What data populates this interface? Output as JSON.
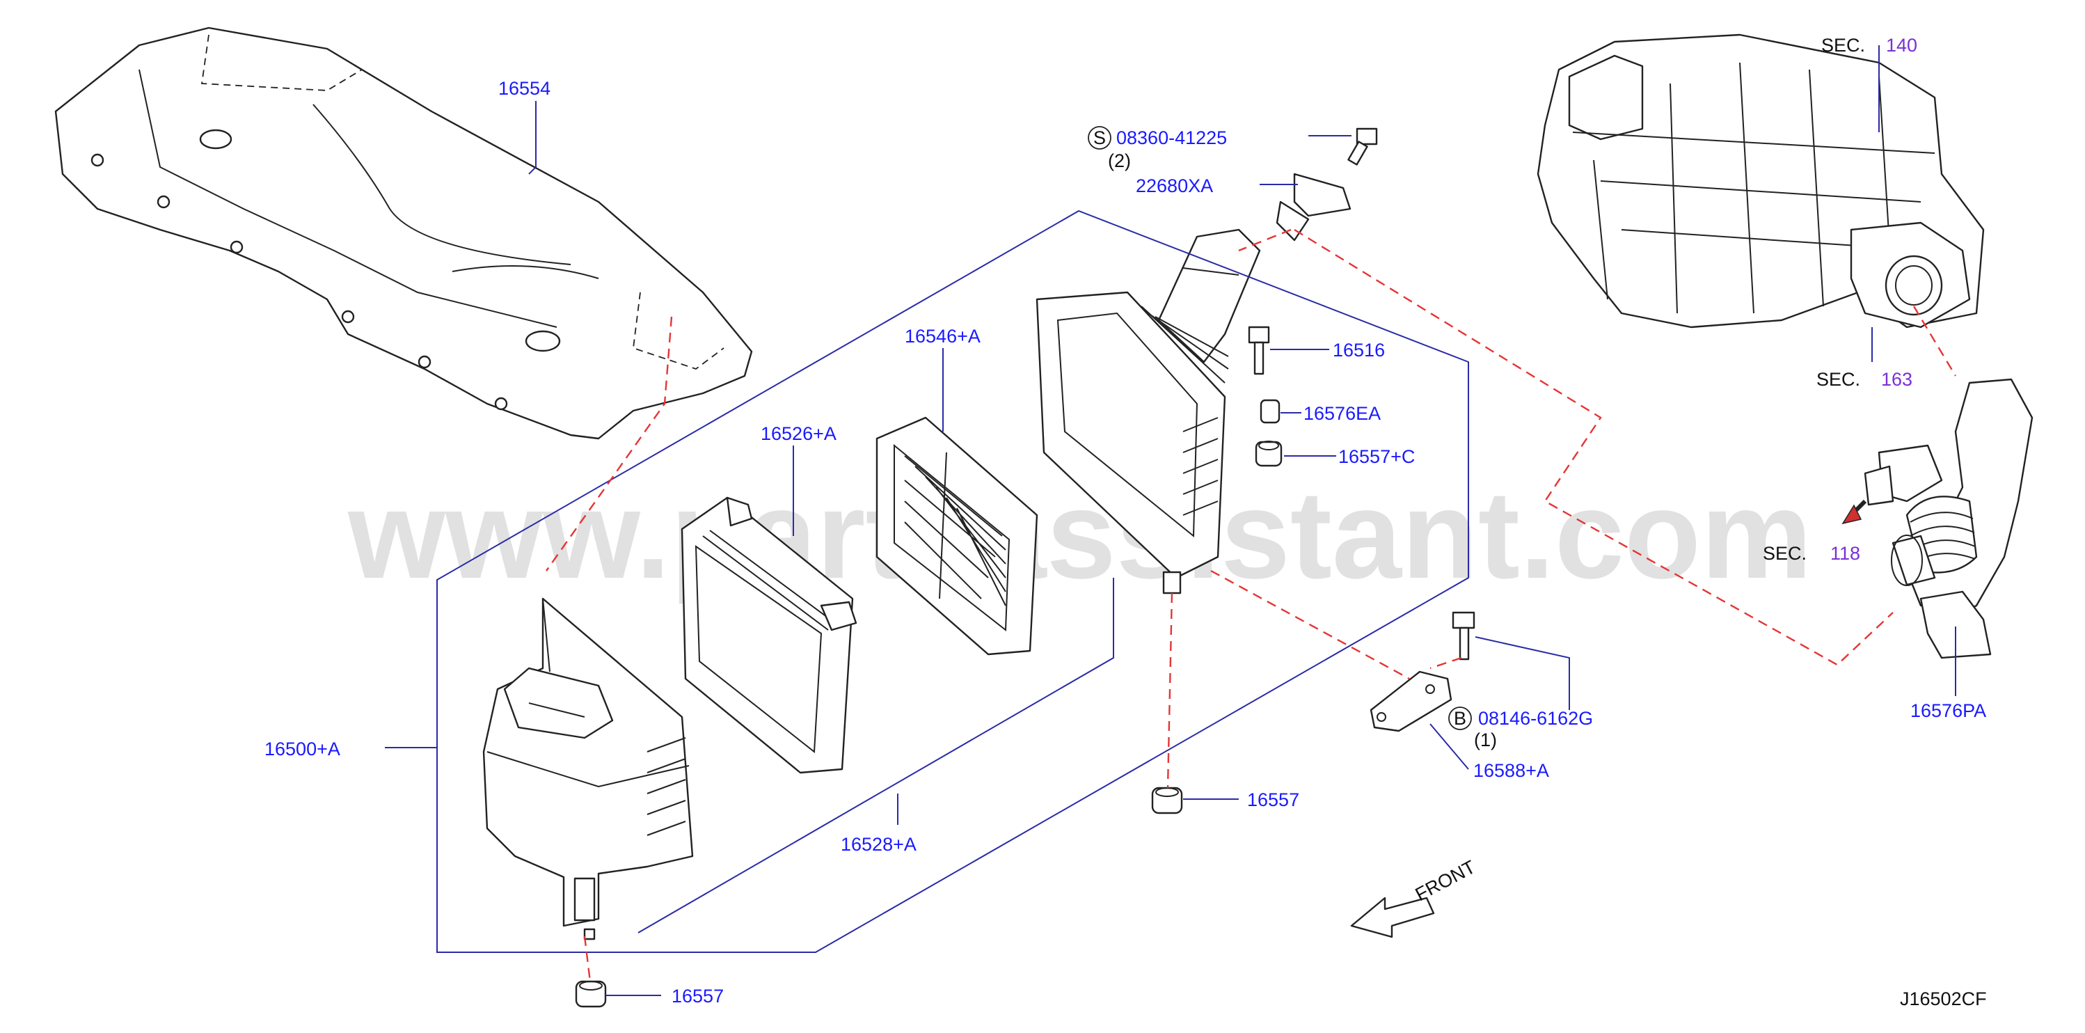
{
  "watermark": "www.partsassistant.com",
  "diagram_code": "J16502CF",
  "front_label": "FRONT",
  "parts": {
    "p16554": "16554",
    "p16546": "16546+A",
    "p16526": "16526+A",
    "p16500": "16500+A",
    "p16528": "16528+A",
    "p16516": "16516",
    "p16576ea": "16576EA",
    "p16557c": "16557+C",
    "p16557a": "16557",
    "p16557b": "16557",
    "p22680": "22680XA",
    "p08360": "08360-41225",
    "p08360_qty": "(2)",
    "p08146": "08146-6162G",
    "p08146_qty": "(1)",
    "p16588": "16588+A",
    "p16576pa": "16576PA"
  },
  "bolt_markers": {
    "s": "S",
    "b": "B"
  },
  "sections": {
    "sec_label": "SEC.",
    "sec140": "140",
    "sec163": "163",
    "sec118": "118"
  },
  "colors": {
    "part_number": "#1a1aff",
    "section_number": "#7a2fd6",
    "leader": "#2a2aa8",
    "dashed_link": "#e53535"
  }
}
